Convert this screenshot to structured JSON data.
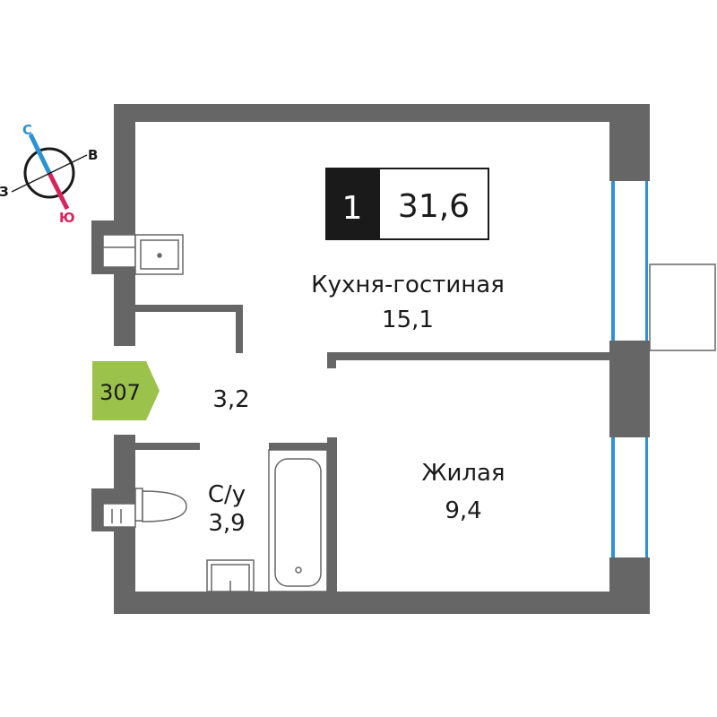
{
  "compass": {
    "north": "С",
    "east": "В",
    "west": "З",
    "south": "Ю"
  },
  "apartment": {
    "rooms": "1",
    "total_area": "31,6",
    "number": "307"
  },
  "rooms": [
    {
      "name": "Кухня-гостиная",
      "area": "15,1"
    },
    {
      "name": "",
      "area": "3,2"
    },
    {
      "name": "С/у",
      "area": "3,9"
    },
    {
      "name": "Жилая",
      "area": "9,4"
    }
  ],
  "colors": {
    "wall": "#666666",
    "window": "#2f8fd8",
    "badge": "#9bc24a",
    "north": "#2b93d2",
    "south": "#d8245c",
    "dark": "#1a1a1a"
  }
}
